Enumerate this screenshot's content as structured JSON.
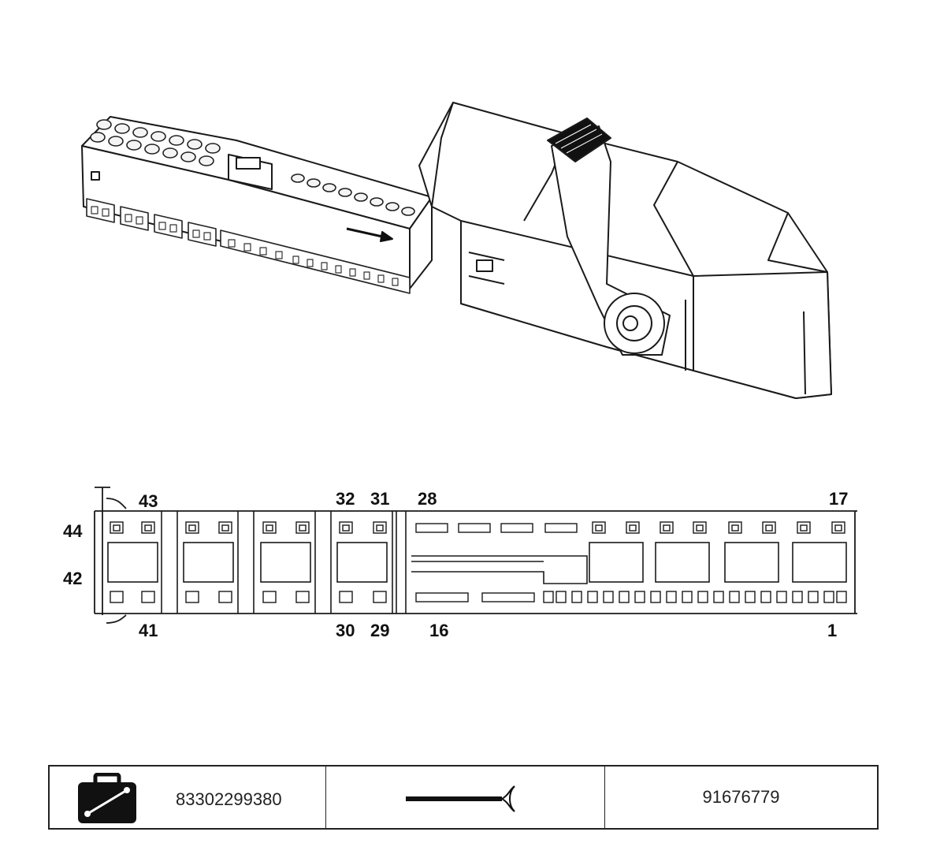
{
  "pin_labels": {
    "p43": "43",
    "p32": "32",
    "p31": "31",
    "p28": "28",
    "p17": "17",
    "p44": "44",
    "p42": "42",
    "p41": "41",
    "p30": "30",
    "p29": "29",
    "p16": "16",
    "p1": "1"
  },
  "parts_table": {
    "kit_icon": "repair-kit-case-icon",
    "kit_number": "83302299380",
    "wire_icon": "wire-terminal-icon",
    "part_number": "91676779"
  }
}
